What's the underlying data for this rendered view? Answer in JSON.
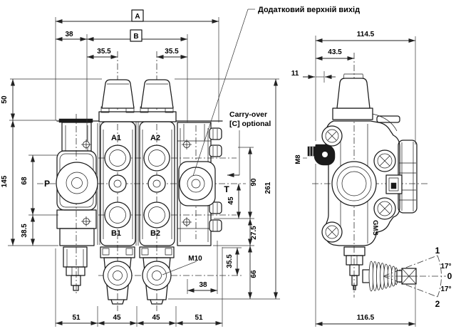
{
  "page": {
    "background": "#ffffff",
    "line_color": "#1a1a1a"
  },
  "callout": {
    "text": "Додатковий верхній вихід"
  },
  "carry_over": {
    "line1": "Carry-over",
    "line2": "[C] optional"
  },
  "refs": {
    "a": "A",
    "b": "B"
  },
  "ports": {
    "p": "P",
    "t": "T",
    "a1": "A1",
    "a2": "A2",
    "b1": "B1",
    "b2": "B2"
  },
  "threads": {
    "m8": "M8",
    "m10": "M10"
  },
  "cast_mark": "GMS",
  "lever": {
    "pos_up": "1",
    "pos_neutral": "0",
    "pos_down": "2",
    "angle_up": "17°",
    "angle_down": "17°"
  },
  "dims": {
    "front": {
      "width_38": "38",
      "spool_355_left": "35.5",
      "spool_355_right": "35.5",
      "height_50": "50",
      "height_145": "145",
      "height_68": "68",
      "height_385": "38.5",
      "right_90": "90",
      "right_45": "45",
      "right_275": "27.5",
      "tie_355": "35.5",
      "right_66": "66",
      "total_261": "261",
      "tie_38": "38",
      "bottom_51_left": "51",
      "bottom_45_left": "45",
      "bottom_45_right": "45",
      "bottom_51_right": "51"
    },
    "side": {
      "width_1145": "114.5",
      "width_435": "43.5",
      "offset_11": "11",
      "length_1165": "116.5"
    }
  }
}
